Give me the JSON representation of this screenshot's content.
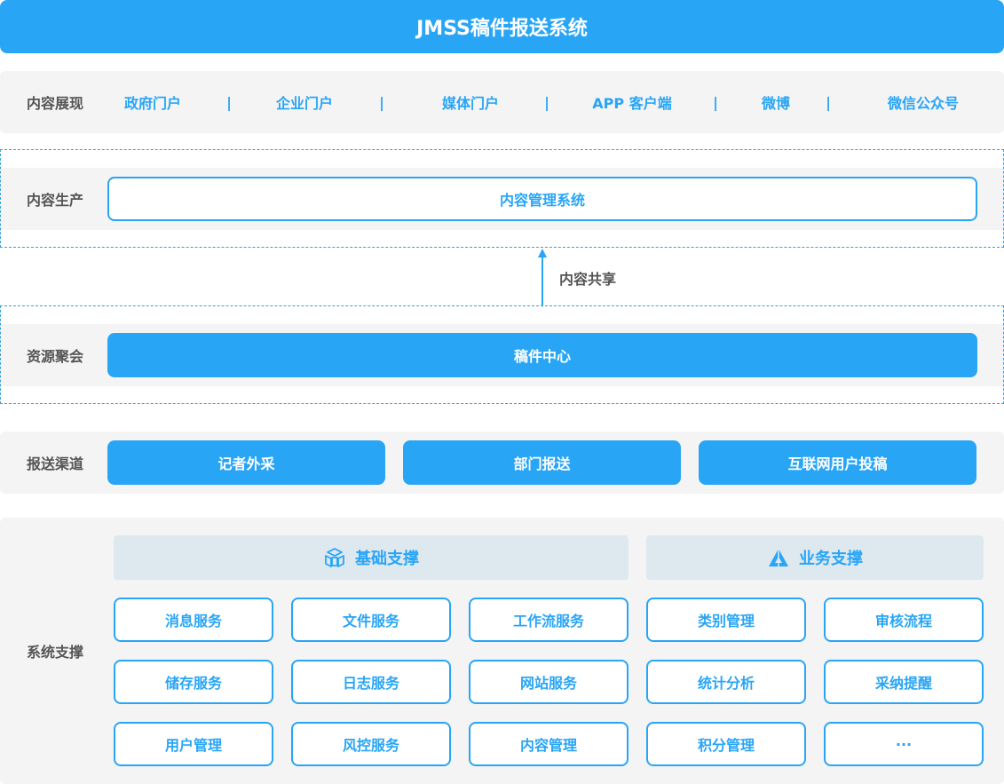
{
  "title": "JMSS稿件报送系统",
  "display": {
    "label": "内容展现",
    "items": [
      "政府门户",
      "企业门户",
      "媒体门户",
      "APP 客户端",
      "微博",
      "微信公众号"
    ],
    "separator": "|"
  },
  "production": {
    "label": "内容生产",
    "box": "内容管理系统"
  },
  "share_label": "内容共享",
  "aggregation": {
    "label": "资源聚会",
    "box": "稿件中心"
  },
  "channels": {
    "label": "报送渠道",
    "items": [
      "记者外采",
      "部门报送",
      "互联网用户投稿"
    ]
  },
  "support": {
    "label": "系统支撑",
    "basic": {
      "title": "基础支撑",
      "icon": "cubes-icon",
      "rows": [
        [
          "消息服务",
          "文件服务",
          "工作流服务"
        ],
        [
          "储存服务",
          "日志服务",
          "网站服务"
        ],
        [
          "用户管理",
          "风控服务",
          "内容管理"
        ]
      ]
    },
    "business": {
      "title": "业务支撑",
      "icon": "mountain-icon",
      "rows": [
        [
          "类别管理",
          "审核流程"
        ],
        [
          "统计分析",
          "采纳提醒"
        ],
        [
          "积分管理",
          "···"
        ]
      ]
    }
  },
  "colors": {
    "primary": "#29a5f5",
    "band": "#f4f4f4",
    "group_head": "#dde8ef",
    "label": "#555555"
  }
}
